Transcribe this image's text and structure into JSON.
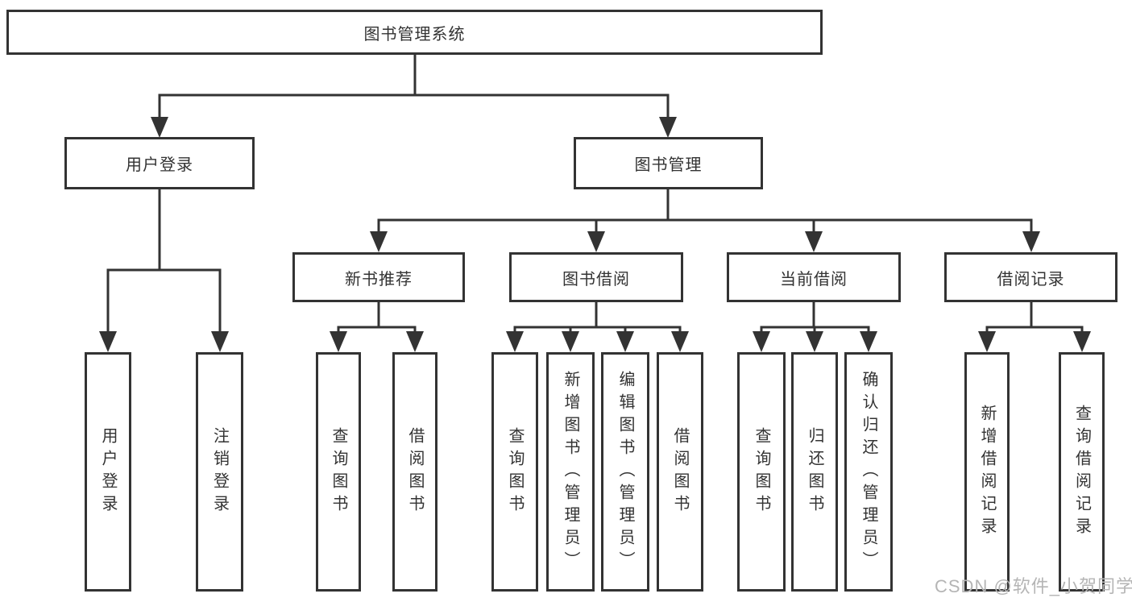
{
  "diagram": {
    "tree": {
      "label": "图书管理系统",
      "children": [
        {
          "label": "用户登录",
          "children": [
            {
              "label": "用户登录"
            },
            {
              "label": "注销登录"
            }
          ]
        },
        {
          "label": "图书管理",
          "children": [
            {
              "label": "新书推荐",
              "children": [
                {
                  "label": "查询图书"
                },
                {
                  "label": "借阅图书"
                }
              ]
            },
            {
              "label": "图书借阅",
              "children": [
                {
                  "label": "查询图书"
                },
                {
                  "label": "新增图书（管理员）"
                },
                {
                  "label": "编辑图书（管理员）"
                },
                {
                  "label": "借阅图书"
                }
              ]
            },
            {
              "label": "当前借阅",
              "children": [
                {
                  "label": "查询图书"
                },
                {
                  "label": "归还图书"
                },
                {
                  "label": "确认归还（管理员）"
                }
              ]
            },
            {
              "label": "借阅记录",
              "children": [
                {
                  "label": "新增借阅记录"
                },
                {
                  "label": "查询借阅记录"
                }
              ]
            }
          ]
        }
      ]
    },
    "colors": {
      "line": "#333333",
      "box_border": "#333333",
      "text": "#333333",
      "box_fill": "#ffffff",
      "background": "#ffffff"
    }
  },
  "watermark": {
    "text": "CSDN @软件_小贺同学",
    "color": "#b5b5b5"
  }
}
